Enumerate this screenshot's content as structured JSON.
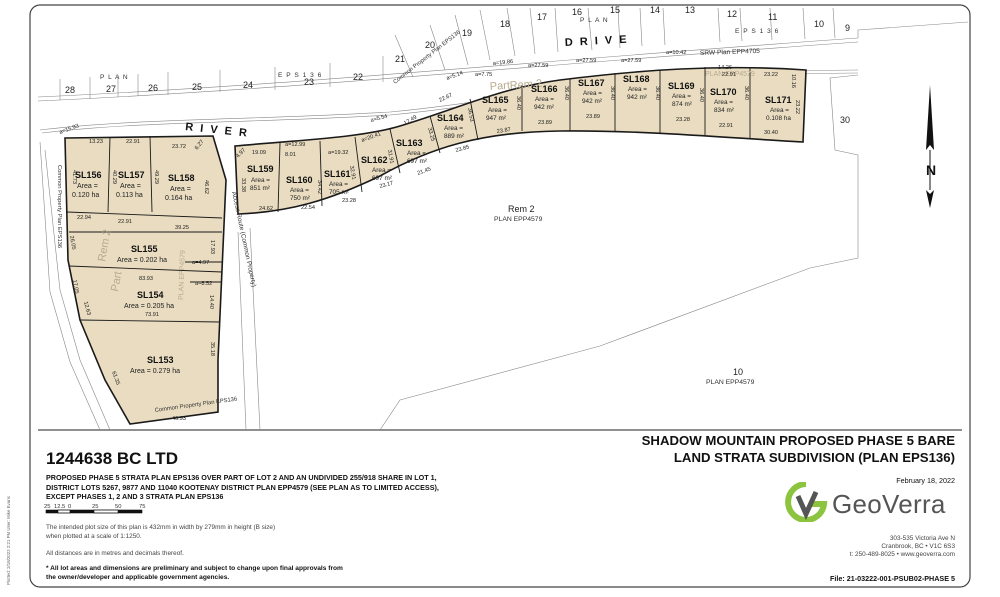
{
  "map": {
    "roads": {
      "drive": "D R I V E",
      "river": "R I V E R"
    },
    "srw_label": "SRW Plan EPP4705",
    "plan_labels": [
      "P L A N",
      "E P S 1 3 6",
      "P L A N",
      "E P S 1 3 6"
    ],
    "common_property_left": "Common Property\nPlan EPS136",
    "common_property_top": "Common Property\nPlan EPS136",
    "common_property_bottom": "Common Property\nPlan EPS136",
    "access_route": "Access Route\n(Common Property)",
    "rem2_center": {
      "name": "Rem 2",
      "plan": "PLAN EPP4579"
    },
    "lot10": {
      "name": "10",
      "plan": "PLAN EPP4579"
    },
    "lot30": "30",
    "north": "N",
    "top_lots": [
      "28",
      "27",
      "26",
      "25",
      "24",
      "23",
      "22",
      "21",
      "20",
      "19",
      "18",
      "17",
      "16",
      "15",
      "14",
      "13",
      "12",
      "11",
      "10",
      "9"
    ],
    "faint_labels": [
      "Rem 2",
      "Part",
      "Rem 2",
      "Part",
      "PLAN EPP4579",
      "PLAN EPP4579"
    ],
    "strata_lots": [
      {
        "id": "SL156",
        "area": "Area =\n0.120 ha"
      },
      {
        "id": "SL157",
        "area": "Area =\n0.113 ha"
      },
      {
        "id": "SL158",
        "area": "Area =\n0.164 ha"
      },
      {
        "id": "SL155",
        "area": "Area = 0.202 ha"
      },
      {
        "id": "SL154",
        "area": "Area = 0.205 ha"
      },
      {
        "id": "SL153",
        "area": "Area = 0.279 ha"
      },
      {
        "id": "SL159",
        "area": "Area =\n851 m²"
      },
      {
        "id": "SL160",
        "area": "Area =\n750 m²"
      },
      {
        "id": "SL161",
        "area": "Area =\n705 m²"
      },
      {
        "id": "SL162",
        "area": "Area =\n697 m²"
      },
      {
        "id": "SL163",
        "area": "Area =\n697 m²"
      },
      {
        "id": "SL164",
        "area": "Area =\n889 m²"
      },
      {
        "id": "SL165",
        "area": "Area =\n947 m²"
      },
      {
        "id": "SL166",
        "area": "Area =\n942 m²"
      },
      {
        "id": "SL167",
        "area": "Area =\n942 m²"
      },
      {
        "id": "SL168",
        "area": "Area =\n942 m²"
      },
      {
        "id": "SL169",
        "area": "Area =\n874 m²"
      },
      {
        "id": "SL170",
        "area": "Area =\n834 m²"
      },
      {
        "id": "SL171",
        "area": "Area =\n0.108 ha"
      }
    ],
    "dimensions": [
      "a=15.93",
      "13.23",
      "22.91",
      "23.72",
      "6.27",
      "41.73",
      "40.29",
      "49.29",
      "46.62",
      "22.94",
      "22.91",
      "39.25",
      "26.05",
      "17.93",
      "a=4.97",
      "83.93",
      "a=8.52",
      "17.05",
      "12.63",
      "14.40",
      "73.91",
      "35.18",
      "61.35",
      "46.93",
      "a=12.99",
      "4.97",
      "19.09",
      "8.01",
      "33.38",
      "24.62",
      "22.54",
      "a=19.32",
      "34.42",
      "23.28",
      "a=20.41",
      "32.91",
      "23.17",
      "a=5.54",
      "17.49",
      "31.91",
      "21.45",
      "a=5.14",
      "22.67",
      "33.25",
      "23.85",
      "a=7.75",
      "36.53",
      "23.87",
      "a=19.86",
      "36.40",
      "23.89",
      "a=27.59",
      "36.40",
      "23.89",
      "a=27.59",
      "36.40",
      "a=27.59",
      "36.40",
      "23.28",
      "a=10.42",
      "14.26",
      "22.91",
      "36.40",
      "22.91",
      "23.22",
      "10.16",
      "23.22",
      "30.40",
      "36.40"
    ]
  },
  "title_block": {
    "owner": "1244638 BC LTD",
    "title_line1": "SHADOW MOUNTAIN PROPOSED PHASE 5 BARE",
    "title_line2": "LAND STRATA SUBDIVISION (PLAN EPS136)",
    "description": "PROPOSED PHASE 5 STRATA PLAN EPS136 OVER PART OF LOT 2 AND AN UNDIVIDED 255/918 SHARE IN LOT 1, DISTRICT LOTS 5267, 9877 AND 11040 KOOTENAY DISTRICT PLAN EPP4579 (SEE PLAN AS TO LIMITED ACCESS), EXCEPT PHASES 1, 2 AND 3 STRATA PLAN EPS136",
    "scale_ticks": [
      "25",
      "12.5",
      "0",
      "25",
      "50",
      "75"
    ],
    "plot_note": "The intended plot size of this plan is 432mm in width by 279mm in height (B size) when plotted at a scale of 1:1250.",
    "units_note": "All distances are in metres and decimals thereof.",
    "disclaimer": "* All lot areas and dimensions are preliminary and subject to change upon final approvals from the owner/developer and applicable government agencies.",
    "date": "February 18, 2022",
    "company": "GeoVerra",
    "address": "303-535 Victoria Ave N\nCranbrook, BC • V1C 6S3\nt: 250-489-8025 • www.geoverra.com",
    "file": "File: 21-03222-001-PSUB02-PHASE 5",
    "plotted": "Plotted: 2/18/2022 2:21 PM User: Mike Evans"
  },
  "colors": {
    "lot_fill": "#e9dcc0",
    "lot_stroke": "#1a1a1a",
    "line": "#777777",
    "logo_green": "#8cc43f",
    "logo_grey": "#555555"
  }
}
